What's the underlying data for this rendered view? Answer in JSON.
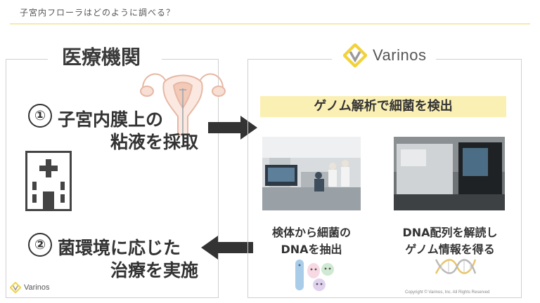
{
  "header": {
    "title": "子宮内フローラはどのように調べる？"
  },
  "left": {
    "title": "医療機関",
    "step1": {
      "number": "①",
      "line1": "子宮内膜上の",
      "line2": "粘液を採取"
    },
    "step2": {
      "number": "②",
      "line1": "菌環境に応じた",
      "line2": "治療を実施"
    },
    "logo_text": "Varinos"
  },
  "right": {
    "logo_text": "Varinos",
    "banner": "ゲノム解析で細菌を検出",
    "caption_a": {
      "line1": "検体から細菌の",
      "line2": "DNAを抽出"
    },
    "caption_b": {
      "line1": "DNA配列を解読し",
      "line2": "ゲノム情報を得る"
    },
    "copyright": "Copyright © Varinos, Inc. All Rights Reserved"
  },
  "colors": {
    "banner_bg": "#fbf0b4",
    "header_rule": "#f6eaa8",
    "logo_yellow": "#f2d23c",
    "logo_gray": "#9a9a9a",
    "arrow": "#333333"
  },
  "icons": [
    "uterus-illustration",
    "hospital-icon",
    "arrow-right-icon",
    "arrow-left-icon",
    "varinos-logo-icon",
    "bacteria-illustration",
    "dna-helix-illustration"
  ]
}
